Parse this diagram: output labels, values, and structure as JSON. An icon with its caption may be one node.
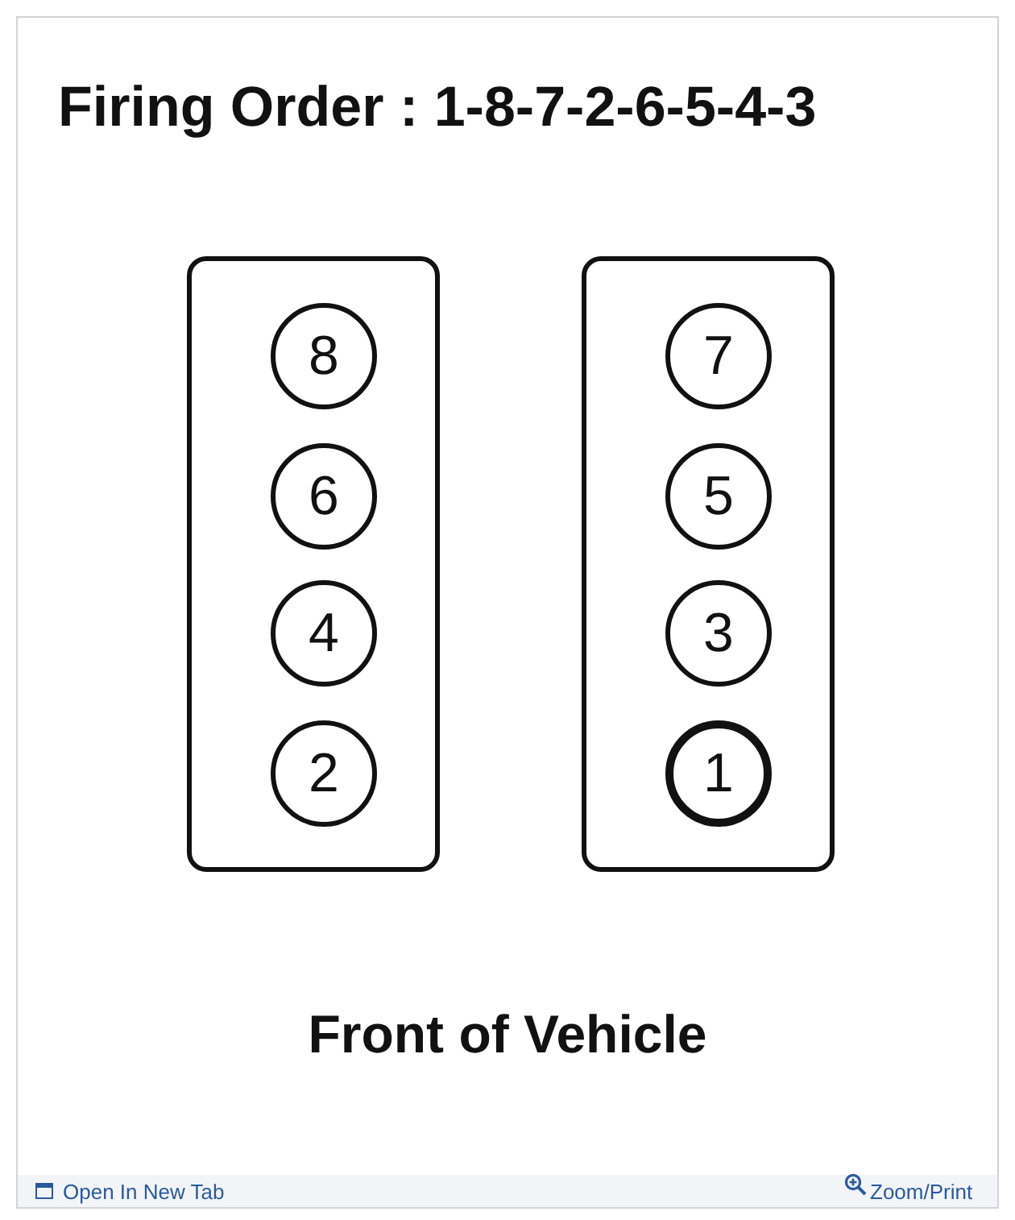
{
  "diagram": {
    "title": "Firing Order : 1-8-7-2-6-5-4-3",
    "nodes": [
      {
        "text": [],
        "shape": "box"
      },
      {
        "text": [
          "8"
        ],
        "in": 0
      },
      {
        "text": [
          "6"
        ],
        "in": 0
      },
      {
        "text": [
          "4"
        ],
        "in": 0
      },
      {
        "text": [
          "2"
        ],
        "in": 0
      },
      {
        "text": [],
        "shape": "box"
      },
      {
        "text": [
          "7"
        ],
        "in": 5
      },
      {
        "text": [
          "5"
        ],
        "in": 5
      },
      {
        "text": [
          "3"
        ],
        "in": 5
      },
      {
        "text": [
          "1"
        ],
        "in": 5
      }
    ],
    "labels": [
      "Front of Vehicle",
      "Open In New Tab",
      "Zoom/Print"
    ]
  }
}
